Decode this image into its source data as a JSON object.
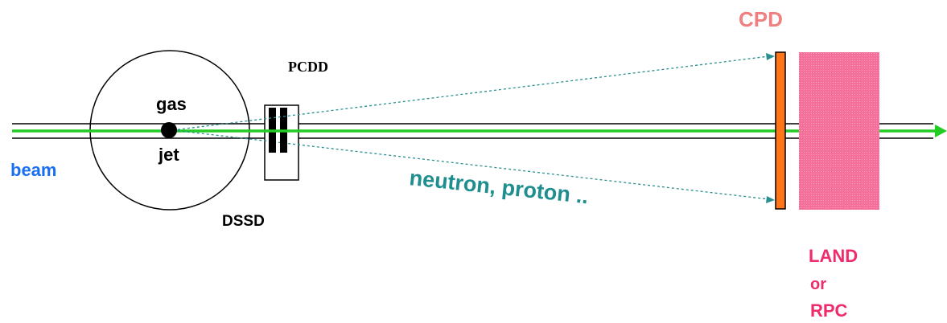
{
  "labels": {
    "cpd": "CPD",
    "pcdd": "PCDD",
    "gas": "gas",
    "jet": "jet",
    "beam": "beam",
    "dssd": "DSSD",
    "particles": "neutron, proton ..",
    "land_line1": "LAND",
    "land_line2": "or",
    "land_line3": "RPC"
  },
  "colors": {
    "beam_line": "#22cc22",
    "beam_text": "#1a6ff0",
    "particle_text": "#1f8e8e",
    "cpd_text": "#f08080",
    "land_text": "#ee2c6b",
    "cpd_bar": "#ff7518",
    "land_block": "#f4709a",
    "dashed": "#2a8f8f"
  }
}
